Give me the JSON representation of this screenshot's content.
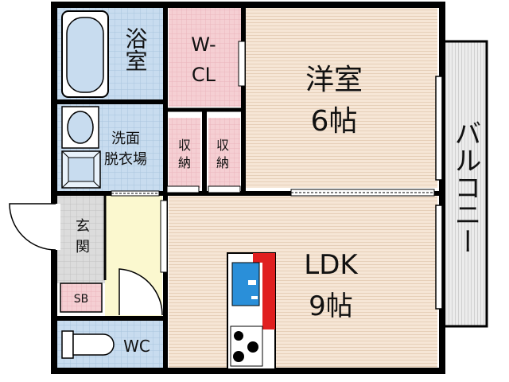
{
  "rooms": {
    "bath": "浴室",
    "wcl": [
      "W-",
      "CL"
    ],
    "western": {
      "name": "洋室",
      "size": "6帖"
    },
    "washroom": [
      "洗面",
      "脱衣場"
    ],
    "storage1": [
      "収",
      "納"
    ],
    "storage2": [
      "収",
      "納"
    ],
    "balcony": "バルコニー",
    "entrance": [
      "玄",
      "関"
    ],
    "shoebox": "SB",
    "ldk": {
      "name": "LDK",
      "size": "9帖"
    },
    "wc": "WC"
  },
  "colors": {
    "wall": "#000000",
    "bath_floor": "#c8dcef",
    "closet_floor": "#f5cfd3",
    "room_floor": "#f6e6d6",
    "room_stripe": "#ead6c2",
    "entrance_floor": "#d8d8d8",
    "hall_floor": "#fbf8cf",
    "balcony_floor": "#e8e8e8",
    "sink_blue": "#2a8fd9",
    "kitchen_red": "#e01f1f"
  }
}
